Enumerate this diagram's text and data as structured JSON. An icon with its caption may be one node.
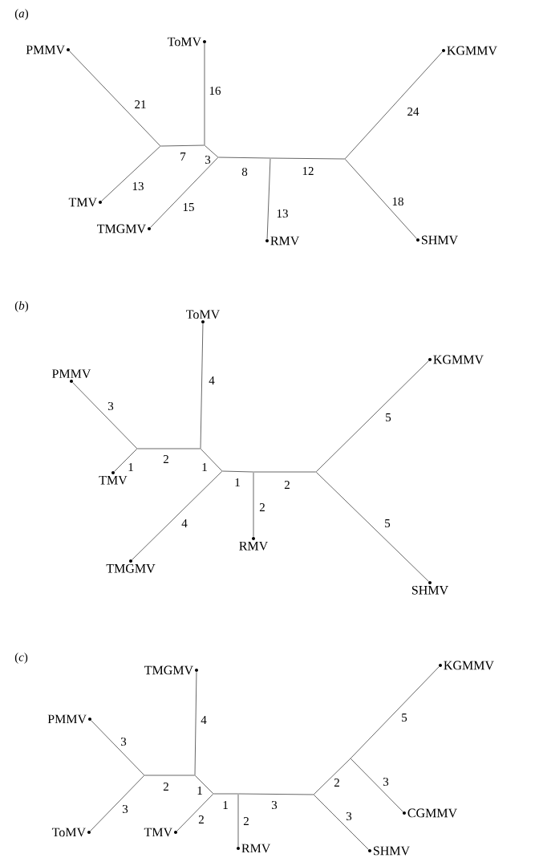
{
  "diagram": {
    "nodes": [
      {
        "text": [
          "PMMV"
        ]
      },
      {
        "text": [
          "ToMV"
        ]
      },
      {
        "text": [
          "KGMMV"
        ]
      },
      {
        "text": [
          "TMV"
        ]
      },
      {
        "text": [
          "TMGMV"
        ]
      },
      {
        "text": [
          "RMV"
        ]
      },
      {
        "text": [
          "SHMV"
        ]
      },
      {
        "text": [],
        "shape": "point"
      },
      {
        "text": [],
        "shape": "point"
      },
      {
        "text": [],
        "shape": "point"
      },
      {
        "text": [],
        "shape": "point"
      },
      {
        "text": [],
        "shape": "point"
      },
      {
        "text": [
          "ToMV"
        ]
      },
      {
        "text": [
          "KGMMV"
        ]
      },
      {
        "text": [
          "PMMV"
        ]
      },
      {
        "text": [
          "TMV"
        ]
      },
      {
        "text": [
          "RMV"
        ]
      },
      {
        "text": [
          "TMGMV"
        ]
      },
      {
        "text": [
          "SHMV"
        ]
      },
      {
        "text": [],
        "shape": "point"
      },
      {
        "text": [],
        "shape": "point"
      },
      {
        "text": [],
        "shape": "point"
      },
      {
        "text": [],
        "shape": "point"
      },
      {
        "text": [],
        "shape": "point"
      },
      {
        "text": [
          "KGMMV"
        ]
      },
      {
        "text": [
          "TMGMV"
        ]
      },
      {
        "text": [
          "PMMV"
        ]
      },
      {
        "text": [
          "CGMMV"
        ]
      },
      {
        "text": [
          "ToMV"
        ]
      },
      {
        "text": [
          "TMV"
        ]
      },
      {
        "text": [
          "RMV"
        ]
      },
      {
        "text": [
          "SHMV"
        ]
      },
      {
        "text": [],
        "shape": "point"
      },
      {
        "text": [],
        "shape": "point"
      },
      {
        "text": [],
        "shape": "point"
      },
      {
        "text": [],
        "shape": "point"
      },
      {
        "text": [],
        "shape": "point"
      },
      {
        "text": [],
        "shape": "point"
      }
    ],
    "edges": [
      {
        "from": 7,
        "to": 0,
        "arrow": "none",
        "label": "21"
      },
      {
        "from": 7,
        "to": 3,
        "arrow": "none",
        "label": "13"
      },
      {
        "from": 7,
        "to": 8,
        "arrow": "none",
        "label": "7"
      },
      {
        "from": 8,
        "to": 1,
        "arrow": "none",
        "label": "16"
      },
      {
        "from": 8,
        "to": 9,
        "arrow": "none",
        "label": "3"
      },
      {
        "from": 9,
        "to": 4,
        "arrow": "none",
        "label": "15"
      },
      {
        "from": 9,
        "to": 10,
        "arrow": "none",
        "label": "8"
      },
      {
        "from": 10,
        "to": 5,
        "arrow": "none",
        "label": "13"
      },
      {
        "from": 10,
        "to": 11,
        "arrow": "none",
        "label": "12"
      },
      {
        "from": 11,
        "to": 2,
        "arrow": "none",
        "label": "24"
      },
      {
        "from": 11,
        "to": 6,
        "arrow": "none",
        "label": "18"
      },
      {
        "from": 19,
        "to": 14,
        "arrow": "none",
        "label": "3"
      },
      {
        "from": 19,
        "to": 15,
        "arrow": "none",
        "label": "1"
      },
      {
        "from": 19,
        "to": 20,
        "arrow": "none",
        "label": "2"
      },
      {
        "from": 20,
        "to": 21,
        "arrow": "none",
        "label": "1"
      },
      {
        "from": 20,
        "to": 12,
        "arrow": "none",
        "label": "4"
      },
      {
        "from": 21,
        "to": 17,
        "arrow": "none",
        "label": "4"
      },
      {
        "from": 21,
        "to": 22,
        "arrow": "none",
        "label": "1"
      },
      {
        "from": 22,
        "to": 16,
        "arrow": "none",
        "label": "2"
      },
      {
        "from": 22,
        "to": 23,
        "arrow": "none",
        "label": "2"
      },
      {
        "from": 23,
        "to": 13,
        "arrow": "none",
        "label": "5"
      },
      {
        "from": 23,
        "to": 18,
        "arrow": "none",
        "label": "5"
      },
      {
        "from": 32,
        "to": 26,
        "arrow": "none",
        "label": "3"
      },
      {
        "from": 32,
        "to": 28,
        "arrow": "none",
        "label": "3"
      },
      {
        "from": 32,
        "to": 33,
        "arrow": "none",
        "label": "2"
      },
      {
        "from": 33,
        "to": 25,
        "arrow": "none",
        "label": "4"
      },
      {
        "from": 33,
        "to": 34,
        "arrow": "none",
        "label": "1"
      },
      {
        "from": 34,
        "to": 29,
        "arrow": "none",
        "label": "2"
      },
      {
        "from": 34,
        "to": 35,
        "arrow": "none",
        "label": "1"
      },
      {
        "from": 35,
        "to": 30,
        "arrow": "none",
        "label": "2"
      },
      {
        "from": 35,
        "to": 36,
        "arrow": "none",
        "label": "3"
      },
      {
        "from": 36,
        "to": 31,
        "arrow": "none",
        "label": "3"
      },
      {
        "from": 36,
        "to": 37,
        "arrow": "none",
        "label": "2"
      },
      {
        "from": 37,
        "to": 27,
        "arrow": "none",
        "label": "3"
      },
      {
        "from": 37,
        "to": 24,
        "arrow": "none",
        "label": "5"
      }
    ],
    "labels": [
      "(*a*)",
      "(*b*)",
      "(*c*)"
    ]
  }
}
